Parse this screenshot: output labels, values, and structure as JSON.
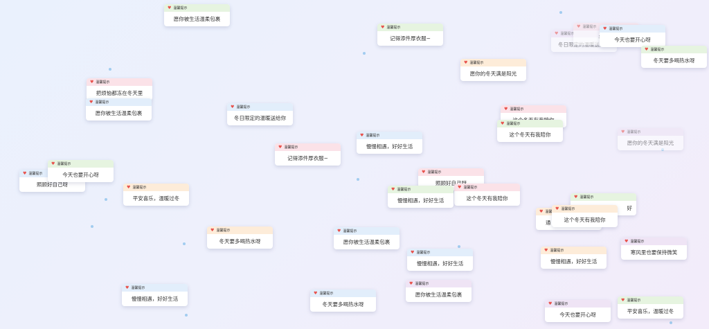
{
  "header_title": "温馨提示",
  "header_icon": "heart-icon",
  "colors": {
    "green": "#e6f4e0",
    "blue": "#e2eefb",
    "pink": "#fbe2e8",
    "orange": "#fdecd9",
    "purple": "#efe4f5"
  },
  "cards": [
    {
      "message": "愿你被生活温柔包裹"
    },
    {
      "message": "记得添件厚衣服~"
    },
    {
      "message": "愿你的冬天满是阳光"
    },
    {
      "message": "冬日限定的温暖送给你"
    },
    {
      "message": "平安喜"
    },
    {
      "message": "今天也要开心呀"
    },
    {
      "message": "冬天要多喝热水呀"
    },
    {
      "message": "把烦恼都冻在冬天里"
    },
    {
      "message": "愿你被生活温柔包裹"
    },
    {
      "message": "冬日限定的温暖送给你"
    },
    {
      "message": "这个冬天有我陪你"
    },
    {
      "message": "这个冬天有我陪你"
    },
    {
      "message": "慢慢相遇，好好生活"
    },
    {
      "message": "愿你的冬天满是阳光"
    },
    {
      "message": "记得添件厚衣服~"
    },
    {
      "message": "照顾好自己呀"
    },
    {
      "message": "今天也要开心呀"
    },
    {
      "message": "平安喜乐，温暖过冬"
    },
    {
      "message": "照顾好自己呀"
    },
    {
      "message": "这个冬天有我陪你"
    },
    {
      "message": "慢慢相遇，好好生活"
    },
    {
      "message": "好"
    },
    {
      "message": "通"
    },
    {
      "message": "这个冬天有我陪你"
    },
    {
      "message": "冬天要多喝热水呀"
    },
    {
      "message": "愿你被生活温柔包裹"
    },
    {
      "message": "寒风里也要保持微笑"
    },
    {
      "message": "慢慢相遇，好好生活"
    },
    {
      "message": "慢慢相遇，好好生活"
    },
    {
      "message": "慢慢相遇，好好生活"
    },
    {
      "message": "冬天要多喝热水呀"
    },
    {
      "message": "愿你被生活温柔包裹"
    },
    {
      "message": "今天也要开心呀"
    },
    {
      "message": "平安喜乐，温暖过冬"
    }
  ]
}
